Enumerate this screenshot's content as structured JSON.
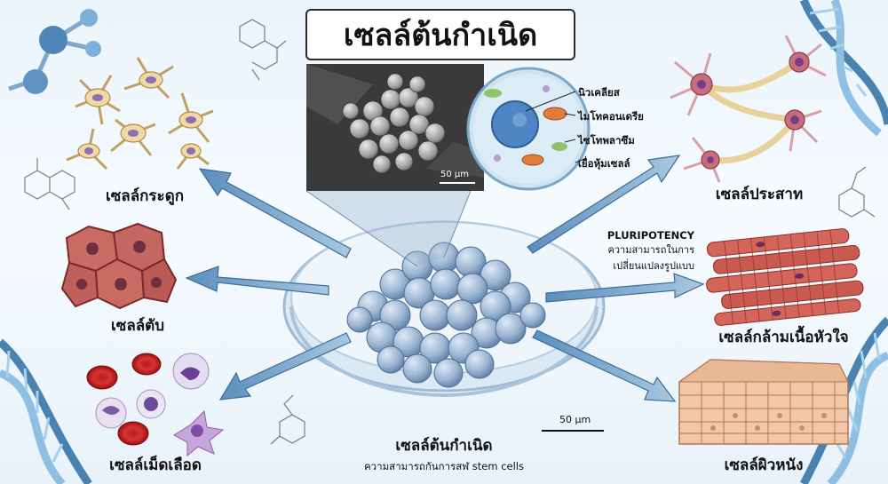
{
  "title": "เซลล์ต้นกำเนิด",
  "cell_types": {
    "bone": "เซลล์กระดูก",
    "liver": "เซลล์ตับ",
    "blood": "เซลล์เม็ดเลือด",
    "nerve": "เซลล์ประสาท",
    "heart_muscle": "เซลล์กล้ามเนื้อหัวใจ",
    "skin": "เซลล์ผิวหนัง"
  },
  "cell_diagram": {
    "nucleus": "นิวเคลียส",
    "mitochondria": "ไมโทคอนเดรีย",
    "cytoplasm": "ไซโทพลาซึม",
    "membrane": "เยื่อหุ้มเซลล์"
  },
  "micrograph_scale": "50 µm",
  "pluripotency": {
    "heading": "PLURIPOTENCY",
    "line1": "ความสามารถในการ",
    "line2": "เปลี่ยนแปลงรูปแบบ"
  },
  "dish_scale": "50 µm",
  "center_caption": {
    "title": "เซลล์ต้นกำเนิด",
    "subtitle": "ความสามารถกันการสฬ stem cells"
  }
}
